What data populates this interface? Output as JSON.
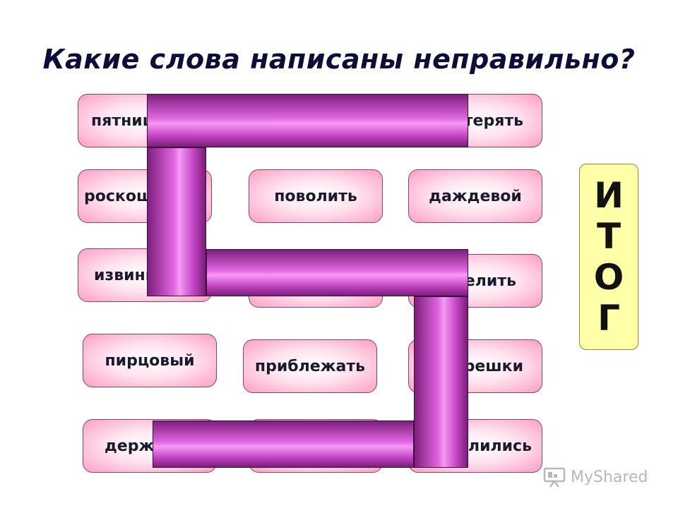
{
  "slide": {
    "title": "Какие слова написаны неправильно?",
    "cards": [
      {
        "id": "r1c1",
        "text": "пятница"
      },
      {
        "id": "r1c3",
        "text": "потерять"
      },
      {
        "id": "r2c1",
        "text": "роскошный"
      },
      {
        "id": "r2c2",
        "text": "поволить"
      },
      {
        "id": "r2c3",
        "text": "даждевой"
      },
      {
        "id": "r3c1",
        "text": "извините"
      },
      {
        "id": "r3c2",
        "text": ""
      },
      {
        "id": "r3c3",
        "text": "велить"
      },
      {
        "id": "r4c1",
        "text": "пирцовый"
      },
      {
        "id": "r4c2",
        "text": "приблежать"
      },
      {
        "id": "r4c3",
        "text": "орешки"
      },
      {
        "id": "r5c1",
        "text": "держать"
      },
      {
        "id": "r5c2",
        "text": ""
      },
      {
        "id": "r5c3",
        "text": "разлились"
      }
    ],
    "result_letters": [
      "И",
      "Т",
      "О",
      "Г"
    ],
    "watermark": "MyShared"
  }
}
